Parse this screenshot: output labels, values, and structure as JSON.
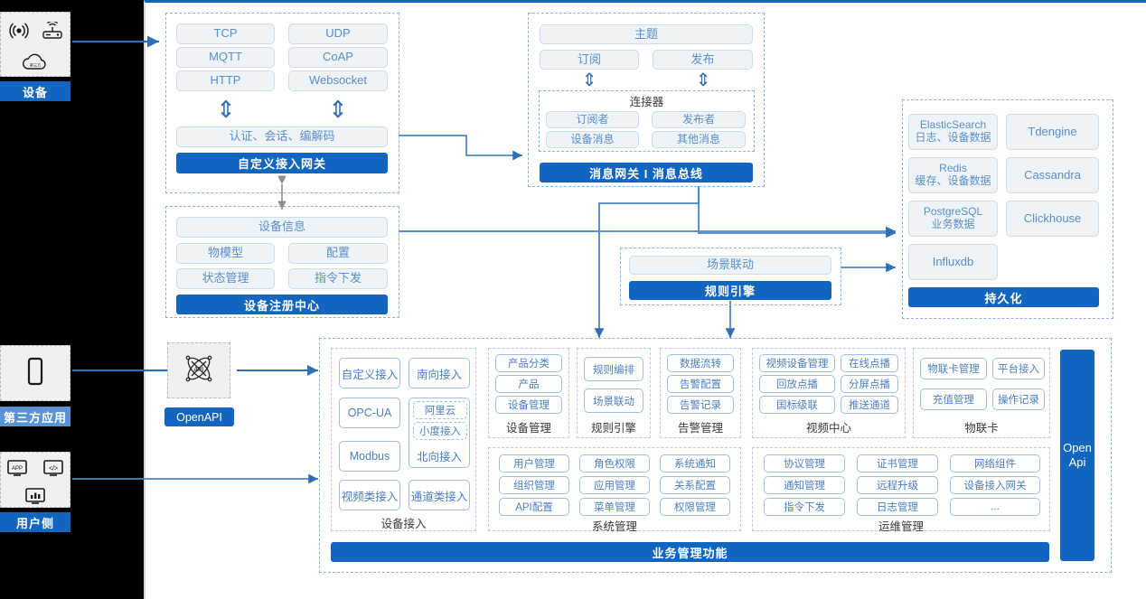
{
  "theme": {
    "accent": "#1266bf",
    "accent_soft": "#5b92d4",
    "pill_text": "#5b8fc9",
    "pill_bg": "#eef3f7",
    "outline": "#9cc0e4",
    "rail_bg": "#f0f0f0",
    "page_bg": "#000000",
    "stage_bg": "#ffffff"
  },
  "left_rail": {
    "device": {
      "label": "设备",
      "icons": [
        "signal-wave-icon",
        "router-icon",
        "cloud-icon"
      ]
    },
    "third_party": {
      "label": "第三方应用",
      "icons": [
        "mobile-phone-icon"
      ]
    },
    "user_side": {
      "label": "用户侧",
      "icons": [
        "app-window-icon",
        "code-window-icon",
        "dashboard-chart-icon"
      ]
    }
  },
  "openapi": {
    "label": "OpenAPI",
    "icon": "api-atom-icon"
  },
  "access_gateway": {
    "protocols": [
      "TCP",
      "UDP",
      "MQTT",
      "CoAP",
      "HTTP",
      "Websocket"
    ],
    "middle": "认证、会话、编解码",
    "title": "自定义接入网关"
  },
  "message_gateway": {
    "topic": "主题",
    "subscribe": "订阅",
    "publish": "发布",
    "connector_title": "连接器",
    "connector_items": [
      "订阅者",
      "发布者",
      "设备消息",
      "其他消息"
    ],
    "title": "消息网关 I 消息总线"
  },
  "device_registry": {
    "info": "设备信息",
    "items": [
      "物模型",
      "配置",
      "状态管理",
      "指令下发"
    ],
    "title": "设备注册中心"
  },
  "rule_engine": {
    "scene": "场景联动",
    "title": "规则引擎"
  },
  "persistence": {
    "stores": [
      {
        "name": "ElasticSearch",
        "desc": "日志、设备数据"
      },
      {
        "name": "Tdengine",
        "desc": ""
      },
      {
        "name": "Redis",
        "desc": "缓存、设备数据"
      },
      {
        "name": "Cassandra",
        "desc": ""
      },
      {
        "name": "PostgreSQL",
        "desc": "业务数据"
      },
      {
        "name": "Clickhouse",
        "desc": ""
      },
      {
        "name": "Influxdb",
        "desc": ""
      }
    ],
    "title": "持久化"
  },
  "business": {
    "title": "业务管理功能",
    "open_api_line1": "Open",
    "open_api_line2": "Api",
    "device_access": {
      "caption": "设备接入",
      "items": [
        "自定义接入",
        "南向接入",
        "OPC-UA",
        "Modbus",
        "视频类接入",
        "通道类接入"
      ],
      "northbound": {
        "label": "北向接入",
        "nested": [
          "阿里云",
          "小度接入"
        ]
      }
    },
    "columns_row1": [
      {
        "caption": "设备管理",
        "items": [
          "产品分类",
          "产品",
          "设备管理"
        ]
      },
      {
        "caption": "规则引擎",
        "items": [
          "规则编排",
          "场景联动"
        ]
      },
      {
        "caption": "告警管理",
        "items": [
          "数据流转",
          "告警配置",
          "告警记录"
        ]
      },
      {
        "caption": "视频中心",
        "items": [
          "视频设备管理",
          "在线点播",
          "回放点播",
          "分屏点播",
          "国标级联",
          "推送通道"
        ]
      },
      {
        "caption": "物联卡",
        "items": [
          "物联卡管理",
          "平台接入",
          "充值管理",
          "操作记录"
        ]
      }
    ],
    "columns_row2": [
      {
        "caption": "系统管理",
        "items": [
          "用户管理",
          "角色权限",
          "系统通知",
          "组织管理",
          "应用管理",
          "关系配置",
          "API配置",
          "菜单管理",
          "权限管理"
        ]
      },
      {
        "caption": "运维管理",
        "items": [
          "协议管理",
          "证书管理",
          "网络组件",
          "通知管理",
          "远程升级",
          "设备接入网关",
          "指令下发",
          "日志管理",
          "..."
        ]
      }
    ]
  }
}
